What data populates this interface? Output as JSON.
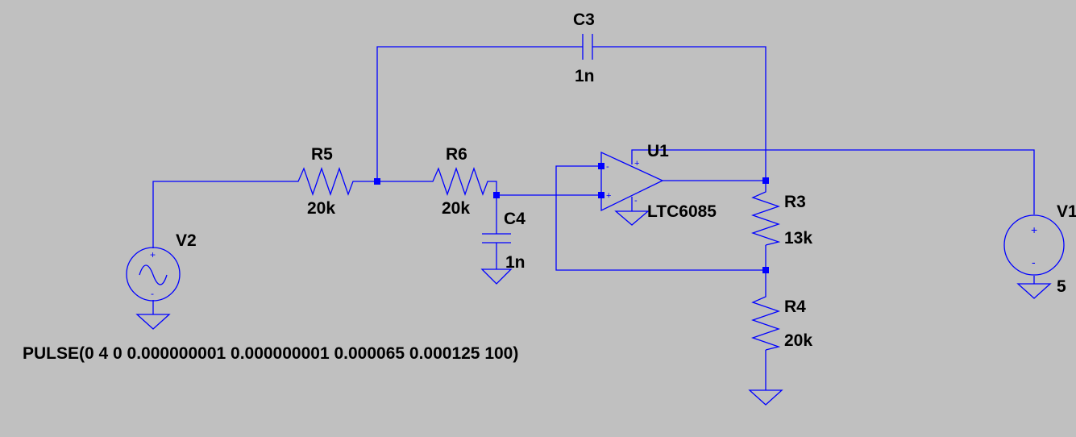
{
  "colors": {
    "background": "#c0c0c0",
    "wire": "#0000ff",
    "text": "#000000"
  },
  "components": {
    "c3": {
      "name": "C3",
      "value": "1n"
    },
    "r5": {
      "name": "R5",
      "value": "20k"
    },
    "r6": {
      "name": "R6",
      "value": "20k"
    },
    "c4": {
      "name": "C4",
      "value": "1n"
    },
    "u1": {
      "name": "U1",
      "value": "LTC6085"
    },
    "r3": {
      "name": "R3",
      "value": "13k"
    },
    "r4": {
      "name": "R4",
      "value": "20k"
    },
    "v1": {
      "name": "V1",
      "value": "5"
    },
    "v2": {
      "name": "V2",
      "value": "PULSE(0 4 0 0.000000001 0.000000001 0.000065 0.000125 100)"
    }
  },
  "pins": {
    "plus": "+",
    "minus": "-"
  }
}
